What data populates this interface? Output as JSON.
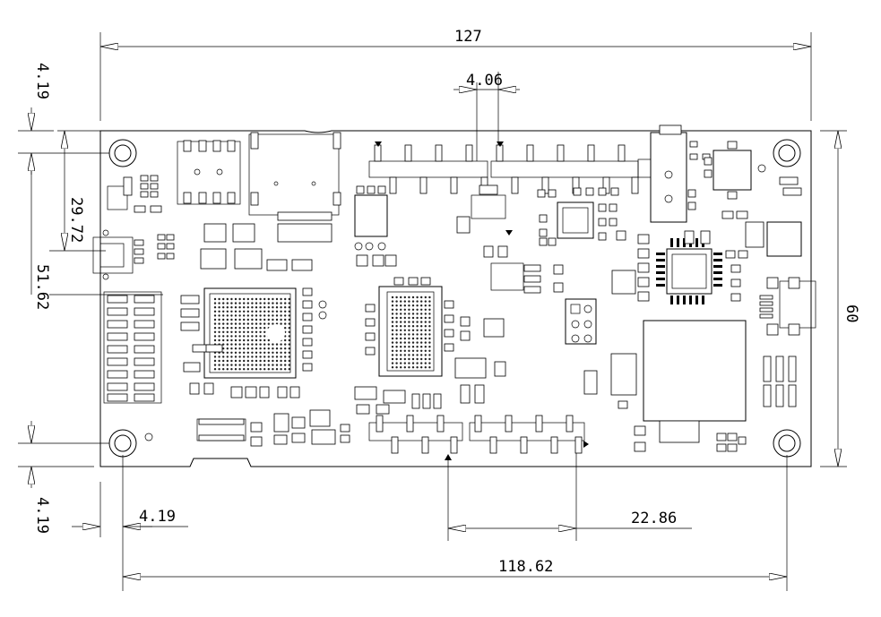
{
  "drawing": {
    "type": "PCB mechanical outline drawing",
    "dimensions": {
      "overall_width": "127",
      "overall_height": "60",
      "hole_pitch_x": "118.62",
      "hole_offset_x": "4.19",
      "hole_offset_top": "4.19",
      "hole_offset_bottom": "4.19",
      "connector_y_upper": "29.72",
      "connector_y_lower": "51.62",
      "header_pitch": "4.06",
      "header_spacing": "22.86"
    },
    "colors": {
      "line": "#000000",
      "background": "#ffffff"
    }
  }
}
